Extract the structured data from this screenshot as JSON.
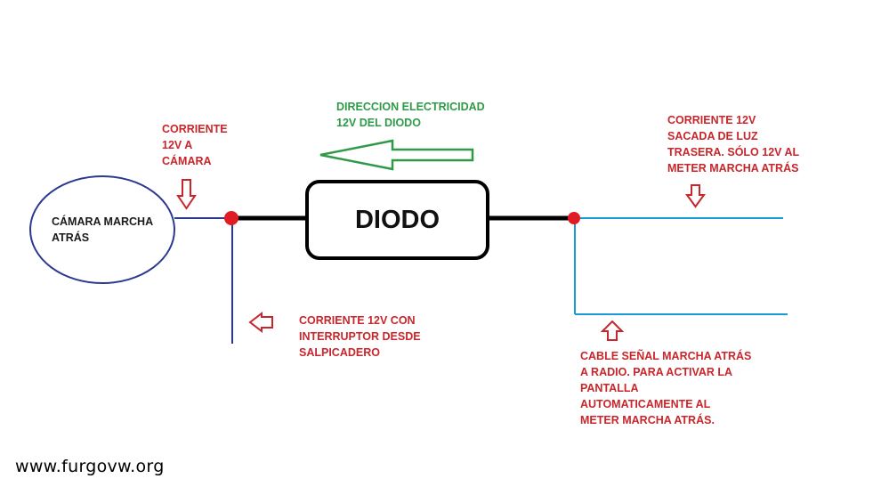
{
  "diagram": {
    "diode_label": "DIODO",
    "camera_label": [
      "CÁMARA MARCHA",
      "ATRÁS"
    ],
    "direction_label": [
      "DIRECCION ELECTRICIDAD",
      "12V DEL DIODO"
    ],
    "current_to_camera": [
      "CORRIENTE",
      "12V A",
      "CÁMARA"
    ],
    "switch_current": [
      "CORRIENTE 12V CON",
      "INTERRUPTOR DESDE",
      "SALPICADERO"
    ],
    "rear_light_current": [
      "CORRIENTE 12V",
      "SACADA DE LUZ",
      "TRASERA. SÓLO 12V AL",
      "METER MARCHA ATRÁS"
    ],
    "radio_signal": [
      "CABLE SEÑAL MARCHA ATRÁS",
      "A RADIO. PARA ACTIVAR LA",
      "PANTALLA",
      "AUTOMATICAMENTE AL",
      "METER MARCHA ATRÁS."
    ],
    "watermark": "www.furgovw.org"
  },
  "colors": {
    "label_red": "#c8262b",
    "label_green": "#2e9a47",
    "wire_navy": "#2b3990",
    "wire_cyan": "#1a9ad6",
    "wire_black": "#000000",
    "junction_red": "#e01b24",
    "arrow_red": "#c8262b",
    "arrow_green": "#2e9a47"
  },
  "icons": {
    "arrow_down_left": "arrow-down-icon",
    "arrow_left_switch": "arrow-left-icon",
    "arrow_down_right": "arrow-down-icon",
    "arrow_up_radio": "arrow-up-icon",
    "direction_arrow": "arrow-left-icon"
  }
}
